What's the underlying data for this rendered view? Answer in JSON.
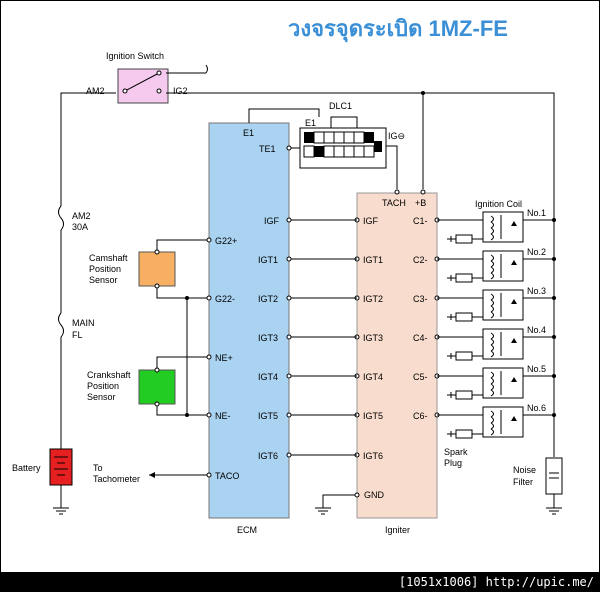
{
  "title": "วงจรจุดระเบิด 1MZ-FE",
  "footer": "[1051x1006] http://upic.me/",
  "colors": {
    "title": "#3a8fd6",
    "ecm_fill": "#aad2f1",
    "igniter_fill": "#f8dccd",
    "ignition_switch_fill": "#f6c9ee",
    "cam_sensor_fill": "#f7b063",
    "crank_sensor_fill": "#22cc22",
    "battery_fill": "#e62020"
  },
  "labels": {
    "ignition_switch": "Ignition Switch",
    "am2_top": "AM2",
    "ig2": "IG2",
    "am2_fuse": "AM2",
    "am2_fuse_rating": "30A",
    "main_fuse": "MAIN",
    "main_fuse_fl": "FL",
    "battery": "Battery",
    "cam_sensor_line1": "Camshaft",
    "cam_sensor_line2": "Position",
    "cam_sensor_line3": "Sensor",
    "crank_sensor_line1": "Crankshaft",
    "crank_sensor_line2": "Position",
    "crank_sensor_line3": "Sensor",
    "to_tacho_line1": "To",
    "to_tacho_line2": "Tachometer",
    "ecm": "ECM",
    "igniter": "Igniter",
    "dlc1": "DLC1",
    "dlc_e1": "E1",
    "dlc_ig": "IG⊖",
    "ignition_coil": "Ignition Coil",
    "spark_plug_line1": "Spark",
    "spark_plug_line2": "Plug",
    "noise_filter_line1": "Noise",
    "noise_filter_line2": "Filter",
    "tach": "TACH",
    "plus_b": "+B",
    "gnd": "GND"
  },
  "ecm_pins": {
    "e1": "E1",
    "te1": "TE1",
    "igf": "IGF",
    "igt1": "IGT1",
    "igt2": "IGT2",
    "igt3": "IGT3",
    "igt4": "IGT4",
    "igt5": "IGT5",
    "igt6": "IGT6",
    "g22p": "G22+",
    "g22m": "G22-",
    "nep": "NE+",
    "nem": "NE-",
    "taco": "TACO"
  },
  "igniter_inputs": [
    "IGF",
    "IGT1",
    "IGT2",
    "IGT3",
    "IGT4",
    "IGT5",
    "IGT6"
  ],
  "igniter_outputs": [
    "C1-",
    "C2-",
    "C3-",
    "C4-",
    "C5-",
    "C6-"
  ],
  "cylinders": [
    "No.1",
    "No.2",
    "No.3",
    "No.4",
    "No.5",
    "No.6"
  ]
}
